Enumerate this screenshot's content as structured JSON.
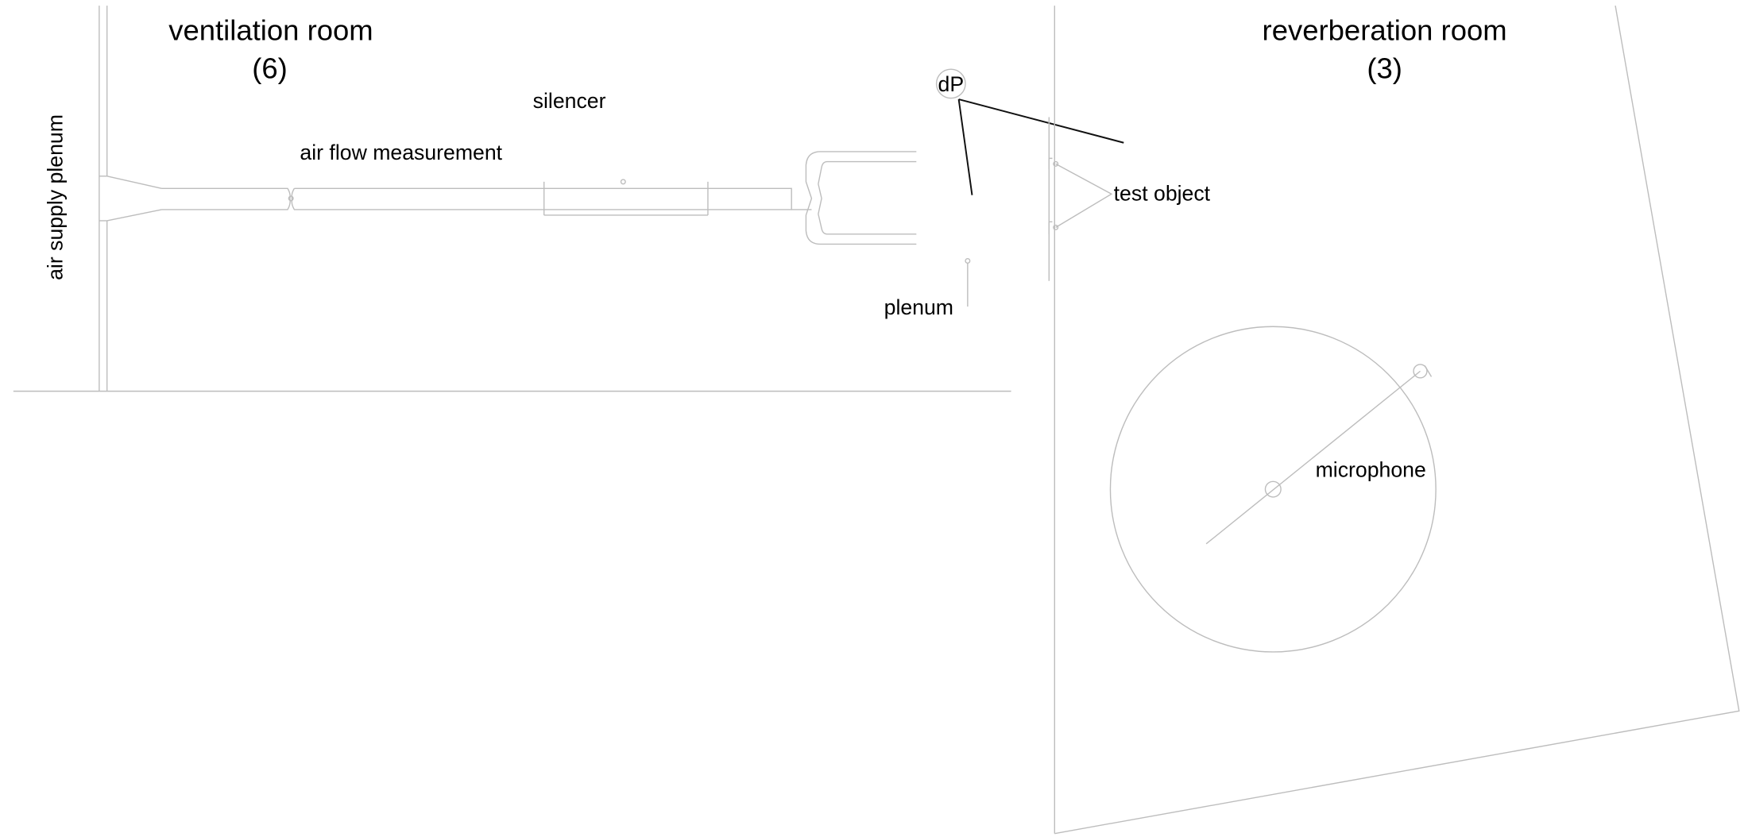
{
  "ventilation_room": {
    "title": "ventilation room",
    "number": "(6)"
  },
  "reverberation_room": {
    "title": "reverberation room",
    "number": "(3)"
  },
  "labels": {
    "air_supply_plenum": "air supply plenum",
    "air_flow_measurement": "air flow measurement",
    "silencer": "silencer",
    "dp": "dP",
    "plenum": "plenum",
    "test_object": "test object",
    "microphone": "microphone"
  },
  "colors": {
    "lines": "#bdbdbd",
    "pressure_lines": "#111111",
    "text": "#000000"
  }
}
